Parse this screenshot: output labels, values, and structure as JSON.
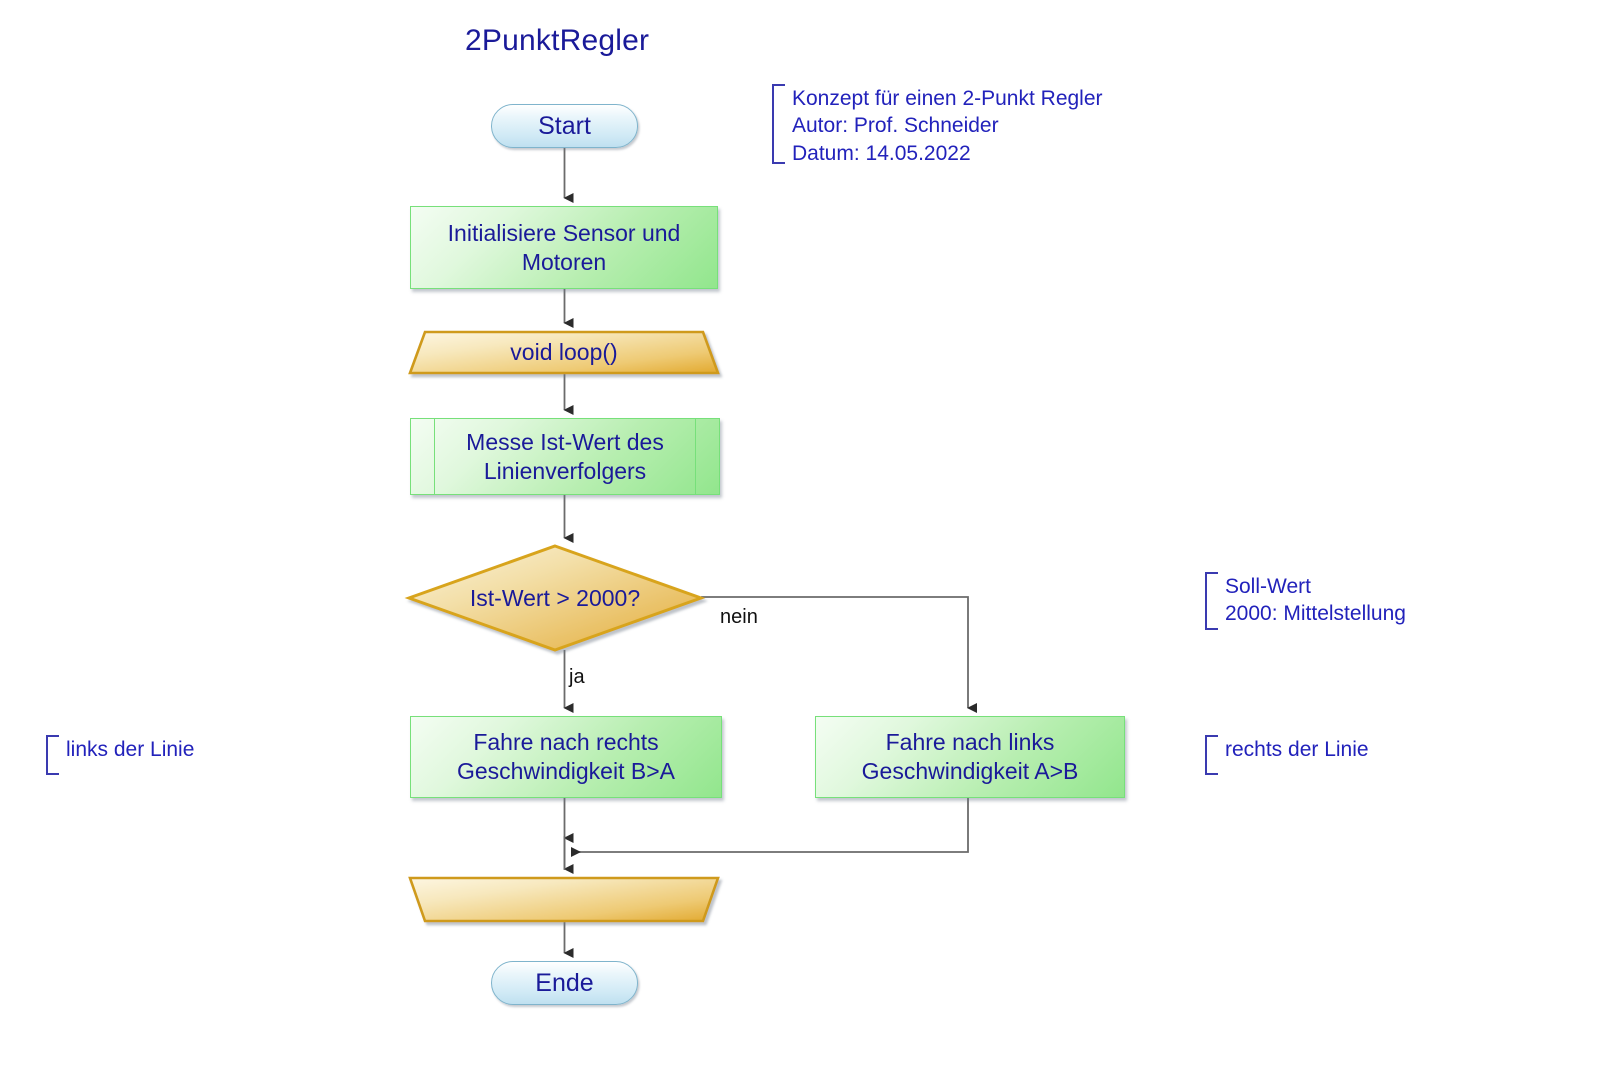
{
  "diagram": {
    "title": "2PunktRegler",
    "nodes": {
      "start": {
        "label": "Start",
        "shape": "terminator"
      },
      "init": {
        "label": "Initialisiere Sensor und Motoren",
        "shape": "process"
      },
      "loop_start": {
        "label": "void loop()",
        "shape": "loop-start"
      },
      "measure": {
        "label": "Messe Ist-Wert des Linienverfolgers",
        "shape": "predefined-process"
      },
      "decision": {
        "label": "Ist-Wert > 2000?",
        "shape": "decision"
      },
      "drive_right": {
        "label": "Fahre nach rechts Geschwindigkeit B>A",
        "shape": "process"
      },
      "drive_left": {
        "label": "Fahre nach links Geschwindigkeit A>B",
        "shape": "process"
      },
      "loop_end": {
        "label": "",
        "shape": "loop-end"
      },
      "ende": {
        "label": "Ende",
        "shape": "terminator"
      }
    },
    "edge_labels": {
      "yes": "ja",
      "no": "nein"
    },
    "annotations": {
      "header": "Konzept für einen 2-Punkt Regler\nAutor: Prof. Schneider\nDatum: 14.05.2022",
      "setpoint": "Soll-Wert\n2000: Mittelstellung",
      "left_of_line": "links der Linie",
      "right_of_line": "rechts der Linie"
    },
    "colors": {
      "title_text": "#1a1a99",
      "node_text": "#1a1a99",
      "annotation_text": "#2222bb",
      "bracket": "#3a3ab0",
      "process_fill": "#a9eca3",
      "process_border": "#77e07a",
      "loop_fill": "#eeca74",
      "loop_border": "#cf9a1e",
      "decision_fill": "#f0d48c",
      "decision_border": "#d8a41f",
      "terminator_fill": "#cfe9f5",
      "terminator_border": "#7fb4cc",
      "connector": "#6b6b6b",
      "branch_label_text": "#101010"
    }
  }
}
